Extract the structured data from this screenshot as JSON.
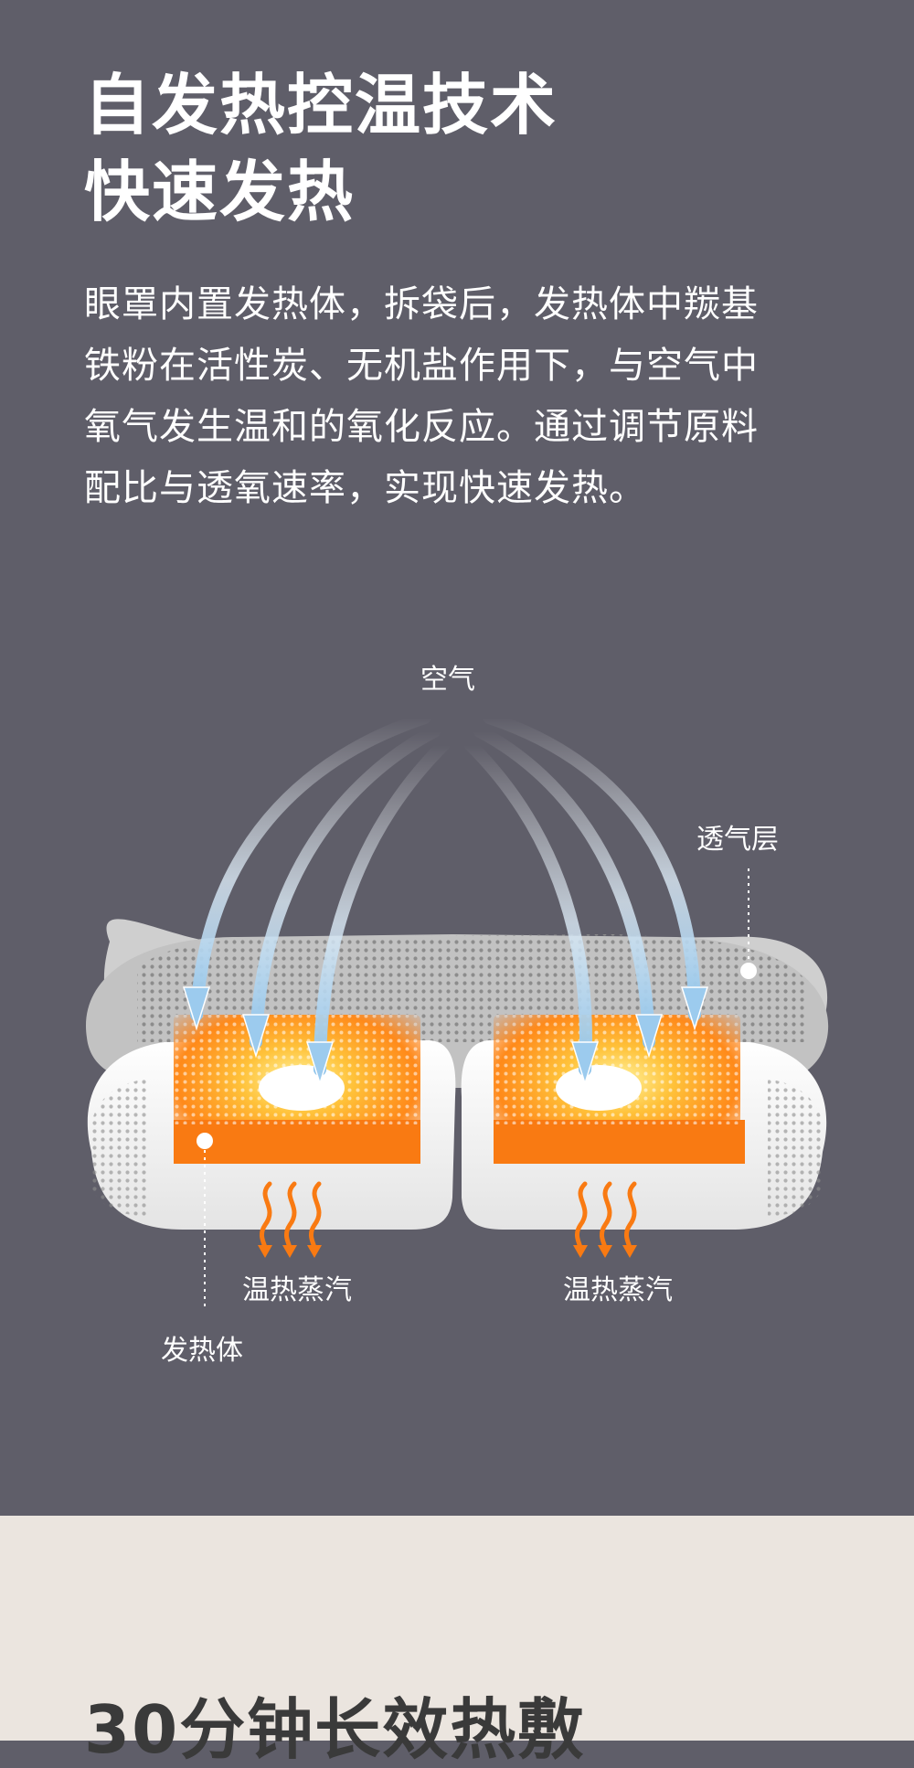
{
  "heading": {
    "line1": "自发热控温技术",
    "line2": "快速发热"
  },
  "description": {
    "lines": [
      "眼罩内置发热体，拆袋后，发热体中羰基",
      "铁粉在活性炭、无机盐作用下，与空气中",
      "氧气发生温和的氧化反应。通过调节原料",
      "配比与透氧速率，实现快速发热。"
    ]
  },
  "diagram": {
    "air_label": "空气",
    "breathable_layer_label": "透气层",
    "heating_element_label": "发热体",
    "steam_left_label": "温热蒸汽",
    "steam_right_label": "温热蒸汽"
  },
  "next_section": {
    "title": "30分钟长效热敷"
  },
  "colors": {
    "background_top": "#5f5e69",
    "background_bottom": "#ebe5df",
    "heat_orange": "#f97a12",
    "air_blue": "#8ec3ea"
  }
}
